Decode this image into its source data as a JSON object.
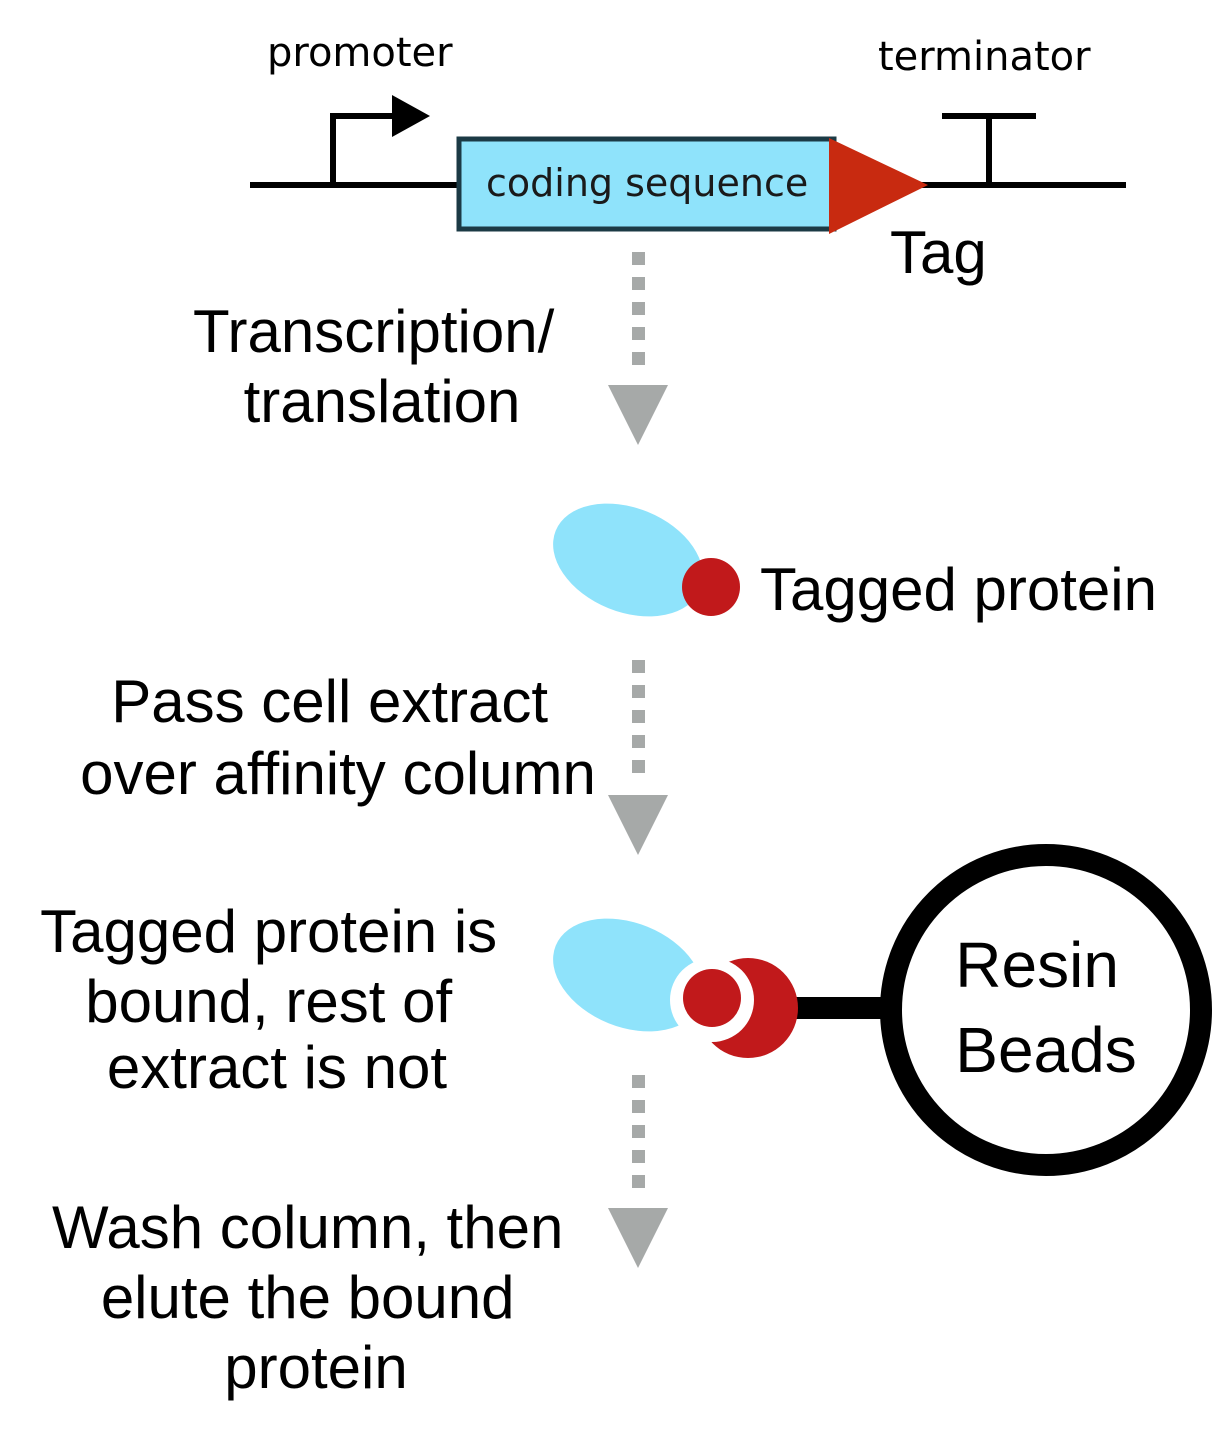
{
  "gene": {
    "promoter_label": "promoter",
    "terminator_label": "terminator",
    "coding_sequence_label": "coding sequence",
    "tag_label": "Tag"
  },
  "steps": {
    "step1": [
      "Transcription/",
      "translation"
    ],
    "tagged_protein_label": "Tagged protein",
    "step2": [
      "Pass cell extract",
      "over affinity column"
    ],
    "step3": [
      "Tagged protein is",
      "bound, rest of",
      "extract is not"
    ],
    "step4": [
      "Wash column, then",
      "elute the bound",
      "protein"
    ]
  },
  "resin": {
    "label_line1": "Resin",
    "label_line2": "Beads"
  },
  "colors": {
    "coding_sequence_fill": "#8fe3fb",
    "protein_fill": "#8fe3fb",
    "tag_fill": "#c1191b",
    "tag_triangle_fill": "#c82a10",
    "arrow_gray": "#a6a9a8"
  }
}
